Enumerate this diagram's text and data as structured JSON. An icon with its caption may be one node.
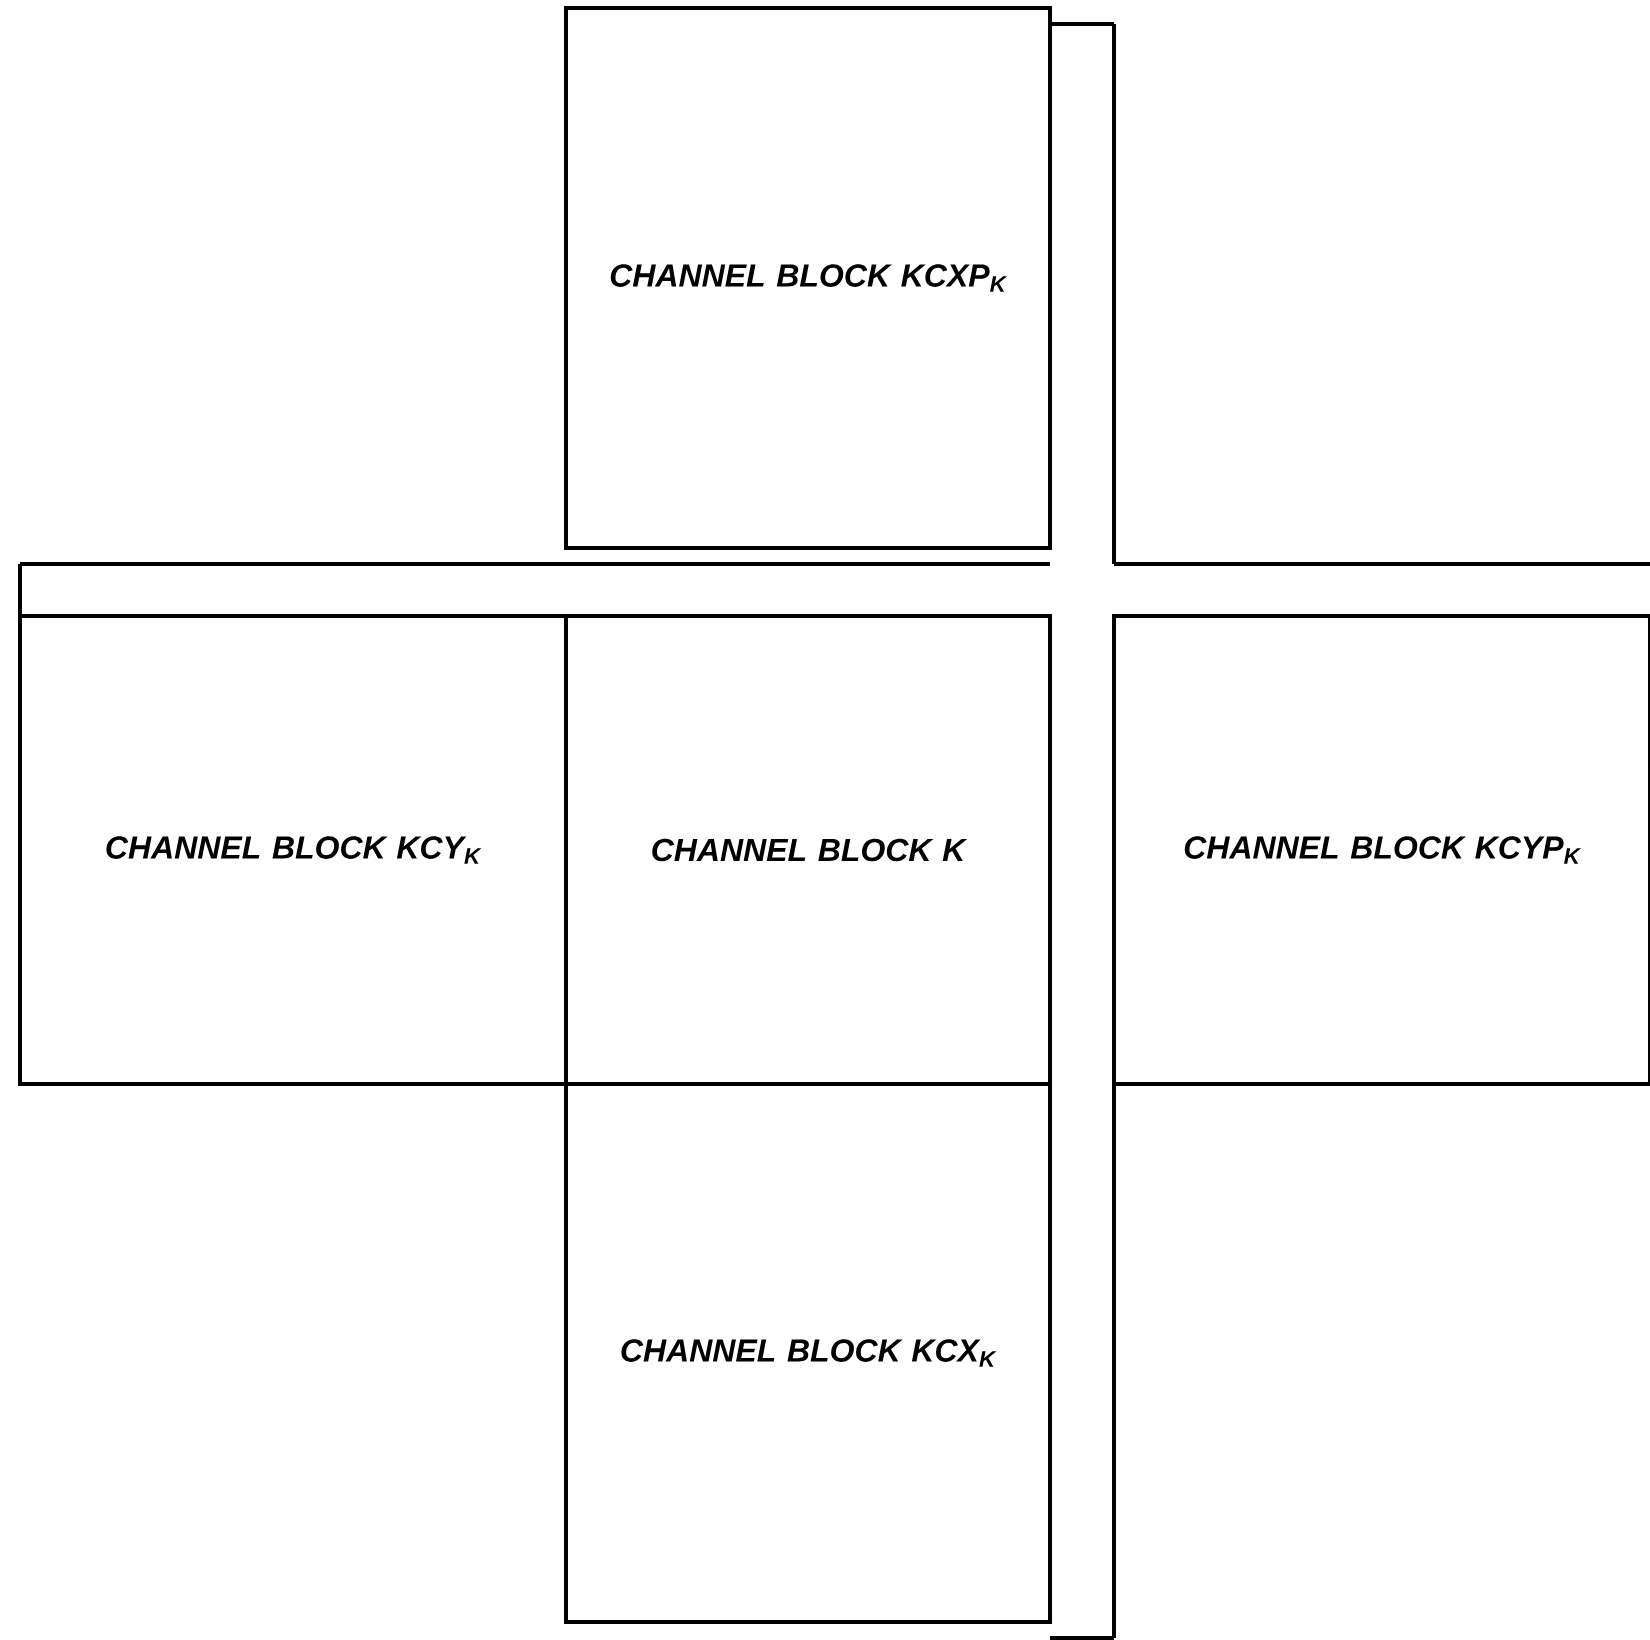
{
  "diagram": {
    "nodes": [
      {
        "text": [
          "CHANNEL BLOCK KCXP$_{K}$"
        ]
      },
      {
        "text": [
          "CHANNEL BLOCK KCY$_{K}$"
        ]
      },
      {
        "text": [
          "CHANNEL BLOCK K"
        ]
      },
      {
        "text": [
          "CHANNEL BLOCK KCYP$_{K}$"
        ]
      },
      {
        "text": [
          "CHANNEL BLOCK KCX$_{K}$"
        ]
      }
    ]
  }
}
